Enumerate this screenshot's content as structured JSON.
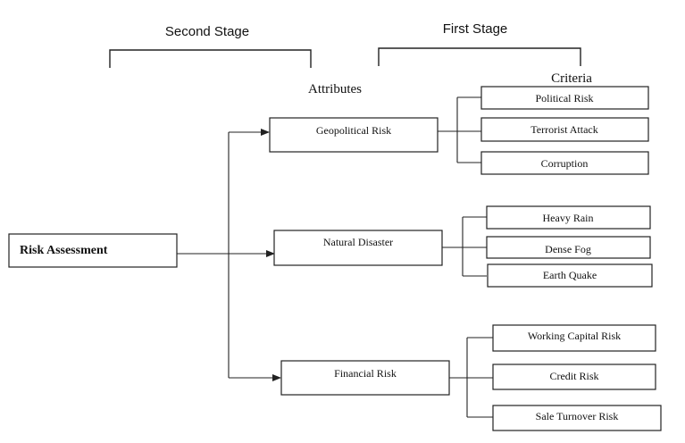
{
  "header": {
    "second_stage": "Second Stage",
    "first_stage": "First Stage",
    "attributes": "Attributes",
    "criteria": "Criteria"
  },
  "root": {
    "label": "Risk Assessment"
  },
  "attributes": [
    {
      "label": "Geopolitical Risk",
      "criteria": [
        "Political Risk",
        "Terrorist Attack",
        "Corruption"
      ]
    },
    {
      "label": "Natural Disaster",
      "criteria": [
        "Heavy Rain",
        "Dense Fog",
        "Earth Quake"
      ]
    },
    {
      "label": "Financial Risk",
      "criteria": [
        "Working Capital Risk",
        "Credit Risk",
        "Sale Turnover Risk"
      ]
    }
  ]
}
